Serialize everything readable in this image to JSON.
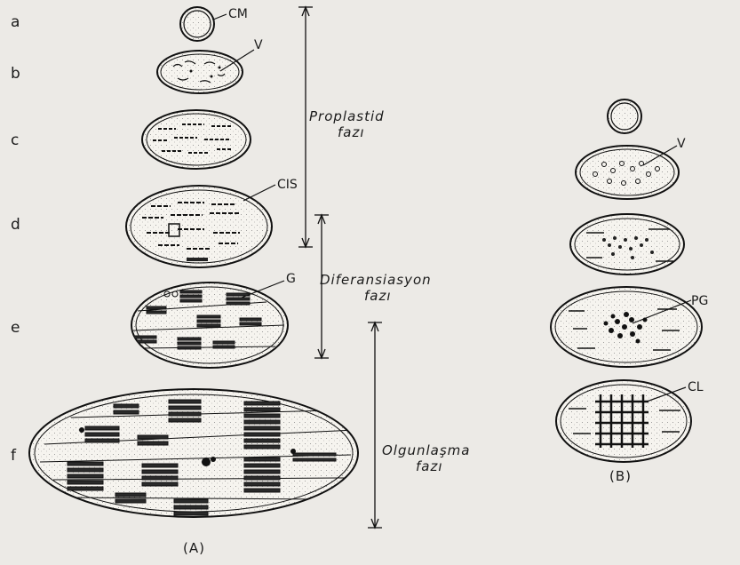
{
  "row_letters": [
    "a",
    "b",
    "c",
    "d",
    "e",
    "f"
  ],
  "labels": {
    "cm": "CM",
    "v_a": "V",
    "cis": "CIS",
    "g": "G",
    "v_b": "V",
    "pg": "PG",
    "cl": "CL"
  },
  "phases": {
    "proplastid_1": "Proplastid",
    "proplastid_2": "fazı",
    "diferansiasyon_1": "Diferansiasyon",
    "diferansiasyon_2": "fazı",
    "olgunlasma_1": "Olgunlaşma",
    "olgunlasma_2": "fazı"
  },
  "panels": {
    "a": "(A)",
    "b": "(B)"
  }
}
